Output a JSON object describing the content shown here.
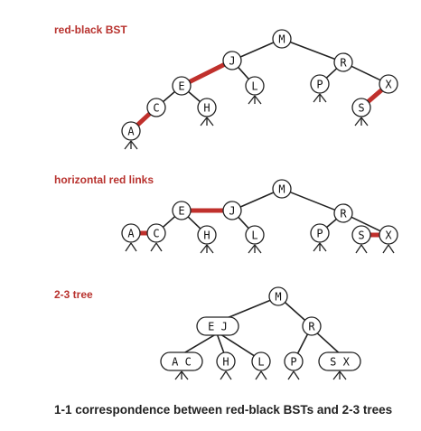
{
  "sections": [
    {
      "title": "red-black BST"
    },
    {
      "title": "horizontal red links"
    },
    {
      "title": "2-3 tree"
    }
  ],
  "caption": "1-1 correspondence between red-black BSTs and 2-3 trees",
  "colors": {
    "red_link": "#c0302c",
    "black_link": "#222222",
    "title": "#b8322e",
    "text": "#222222"
  },
  "diagrams": {
    "rb_bst": {
      "nodes": [
        "M",
        "J",
        "R",
        "E",
        "L",
        "P",
        "X",
        "C",
        "H",
        "S",
        "A"
      ],
      "links": [
        {
          "from": "M",
          "to": "J",
          "color": "black"
        },
        {
          "from": "M",
          "to": "R",
          "color": "black"
        },
        {
          "from": "J",
          "to": "E",
          "color": "red"
        },
        {
          "from": "J",
          "to": "L",
          "color": "black"
        },
        {
          "from": "R",
          "to": "P",
          "color": "black"
        },
        {
          "from": "R",
          "to": "X",
          "color": "black"
        },
        {
          "from": "E",
          "to": "C",
          "color": "black"
        },
        {
          "from": "E",
          "to": "H",
          "color": "black"
        },
        {
          "from": "C",
          "to": "A",
          "color": "red"
        },
        {
          "from": "X",
          "to": "S",
          "color": "red"
        }
      ]
    },
    "horizontal": {
      "nodes": [
        "M",
        "J",
        "R",
        "E",
        "A",
        "C",
        "H",
        "L",
        "P",
        "S",
        "X"
      ],
      "links": [
        {
          "from": "M",
          "to": "J",
          "color": "black"
        },
        {
          "from": "M",
          "to": "R",
          "color": "black"
        },
        {
          "from": "E",
          "to": "J",
          "color": "red"
        },
        {
          "from": "A",
          "to": "C",
          "color": "red"
        },
        {
          "from": "S",
          "to": "X",
          "color": "red"
        },
        {
          "from": "E",
          "to": "C",
          "color": "black"
        },
        {
          "from": "E",
          "to": "H",
          "color": "black"
        },
        {
          "from": "J",
          "to": "L",
          "color": "black"
        },
        {
          "from": "R",
          "to": "P",
          "color": "black"
        },
        {
          "from": "R",
          "to": "X",
          "color": "black"
        }
      ]
    },
    "two_three": {
      "nodes": [
        "M",
        "E J",
        "R",
        "A C",
        "H",
        "L",
        "P",
        "S X"
      ],
      "links": [
        {
          "from": "M",
          "to": "E J"
        },
        {
          "from": "M",
          "to": "R"
        },
        {
          "from": "E J",
          "to": "A C"
        },
        {
          "from": "E J",
          "to": "H"
        },
        {
          "from": "E J",
          "to": "L"
        },
        {
          "from": "R",
          "to": "P"
        },
        {
          "from": "R",
          "to": "S X"
        }
      ]
    }
  }
}
